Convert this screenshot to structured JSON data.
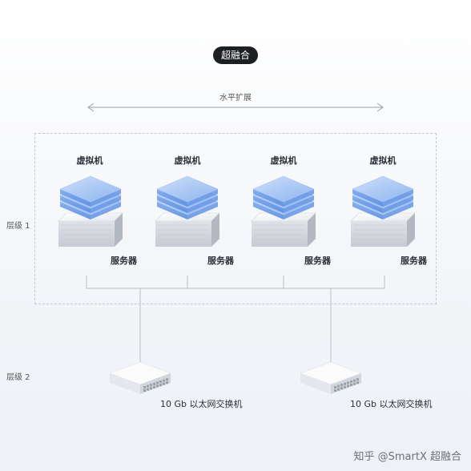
{
  "title": "超融合",
  "scale_label": "水平扩展",
  "tiers": {
    "tier1": "层级 1",
    "tier2": "层级 2"
  },
  "nodes": [
    {
      "vm_label": "虚拟机",
      "server_label": "服务器"
    },
    {
      "vm_label": "虚拟机",
      "server_label": "服务器"
    },
    {
      "vm_label": "虚拟机",
      "server_label": "服务器"
    },
    {
      "vm_label": "虚拟机",
      "server_label": "服务器"
    }
  ],
  "switches": [
    {
      "label": "10 Gb 以太网交换机"
    },
    {
      "label": "10 Gb 以太网交换机"
    }
  ],
  "watermark": "知乎 @SmartX 超融合",
  "colors": {
    "vm_blue": "#8fb6ef",
    "badge_bg": "#1d1f23",
    "line": "#b9bec6"
  }
}
